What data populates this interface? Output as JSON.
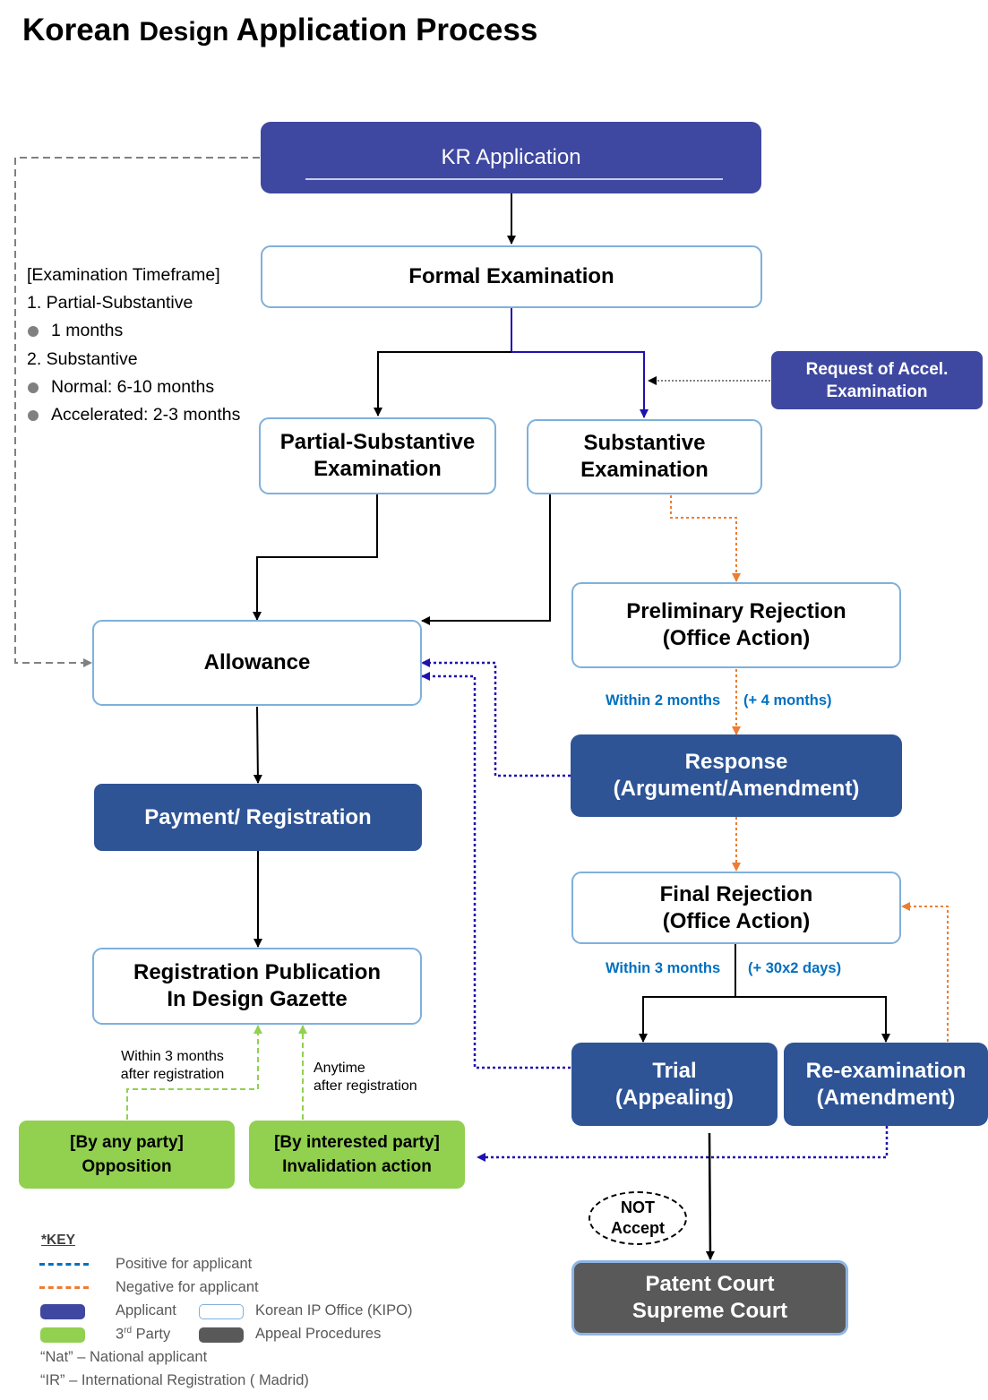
{
  "title": {
    "main1": "Korean",
    "small": "Design",
    "main2": "Application Process"
  },
  "nodes": {
    "kr_application": "KR Application",
    "formal_exam": "Formal Examination",
    "request_accel": {
      "line1": "Request of Accel.",
      "line2": "Examination"
    },
    "partial_exam": {
      "line1": "Partial-Substantive",
      "line2": "Examination"
    },
    "substantive_exam": {
      "line1": "Substantive",
      "line2": "Examination"
    },
    "preliminary_rejection": {
      "line1": "Preliminary Rejection",
      "line2": "(Office Action)"
    },
    "allowance": "Allowance",
    "response": {
      "line1": "Response",
      "line2": "(Argument/Amendment)"
    },
    "payment": "Payment/ Registration",
    "final_rejection": {
      "line1": "Final Rejection",
      "line2": "(Office Action)"
    },
    "registration_pub": {
      "line1": "Registration Publication",
      "line2": "In Design Gazette"
    },
    "trial": {
      "line1": "Trial",
      "line2": "(Appealing)"
    },
    "reexam": {
      "line1": "Re-examination",
      "line2": "(Amendment)"
    },
    "opposition": {
      "line1": "[By any party]",
      "line2": "Opposition"
    },
    "invalidation": {
      "line1": "[By interested party]",
      "line2": "Invalidation action"
    },
    "court": {
      "line1": "Patent Court",
      "line2": "Supreme Court"
    },
    "not_accept": {
      "line1": "NOT",
      "line2": "Accept"
    }
  },
  "timeframe": {
    "heading": "[Examination Timeframe]",
    "item1": "1. Partial-Substantive",
    "item1_b1": "1 months",
    "item2": "2. Substantive",
    "item2_b1": "Normal: 6-10 months",
    "item2_b2": "Accelerated: 2-3 months"
  },
  "labels": {
    "within_2": "Within 2 months",
    "plus_4": "(+ 4 months)",
    "within_3": "Within 3 months",
    "plus_30": "(+ 30x2 days)",
    "opp_time": {
      "line1": "Within 3 months",
      "line2": "after registration"
    },
    "inv_time": {
      "line1": "Anytime",
      "line2": "after registration"
    }
  },
  "key": {
    "title": "*KEY",
    "positive": "Positive for applicant",
    "negative": "Negative for applicant",
    "applicant": "Applicant",
    "kipo": "Korean IP Office (KIPO)",
    "third_party_pre": "3",
    "third_party_sup": "rd",
    "third_party_post": " Party",
    "appeal": "Appeal Procedures",
    "nat": "“Nat” – National applicant",
    "ir": "“IR” – International Registration ( Madrid)"
  },
  "colors": {
    "applicant_blue": "#2e5496",
    "kr_application_blue": "#3f48a0",
    "kipo_border": "#7fb0dc",
    "third_party_green": "#92d050",
    "appeal_gray": "#595959",
    "positive_line": "#1f10b0",
    "negative_line": "#ed7d31",
    "label_blue": "#0070c0"
  }
}
